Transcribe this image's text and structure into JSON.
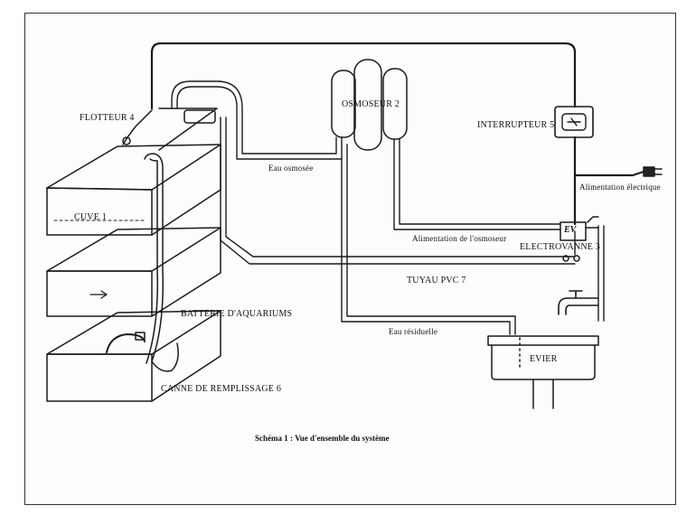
{
  "labels": {
    "flotteur": "FLOTTEUR 4",
    "osmoseur": "OSMOSEUR 2",
    "interrupteur": "INTERRUPTEUR 5",
    "eau_osmosee": "Eau osmosée",
    "alimentation_electrique": "Alimentation électrique",
    "cuve": "CUVE 1",
    "alimentation_osmoseur": "Alimentation de l'osmoseur",
    "electrovanne": "ELECTROVANNE 3",
    "tuyau_pvc": "TUYAU PVC 7",
    "batterie": "BATTERIE D'AQUARIUMS",
    "eau_residuelle": "Eau résiduelle",
    "evier": "EVIER",
    "canne": "CANNE DE REMPLISSAGE 6",
    "ev_mark": "EV"
  },
  "caption": "Schéma 1 : Vue d'ensemble du système"
}
